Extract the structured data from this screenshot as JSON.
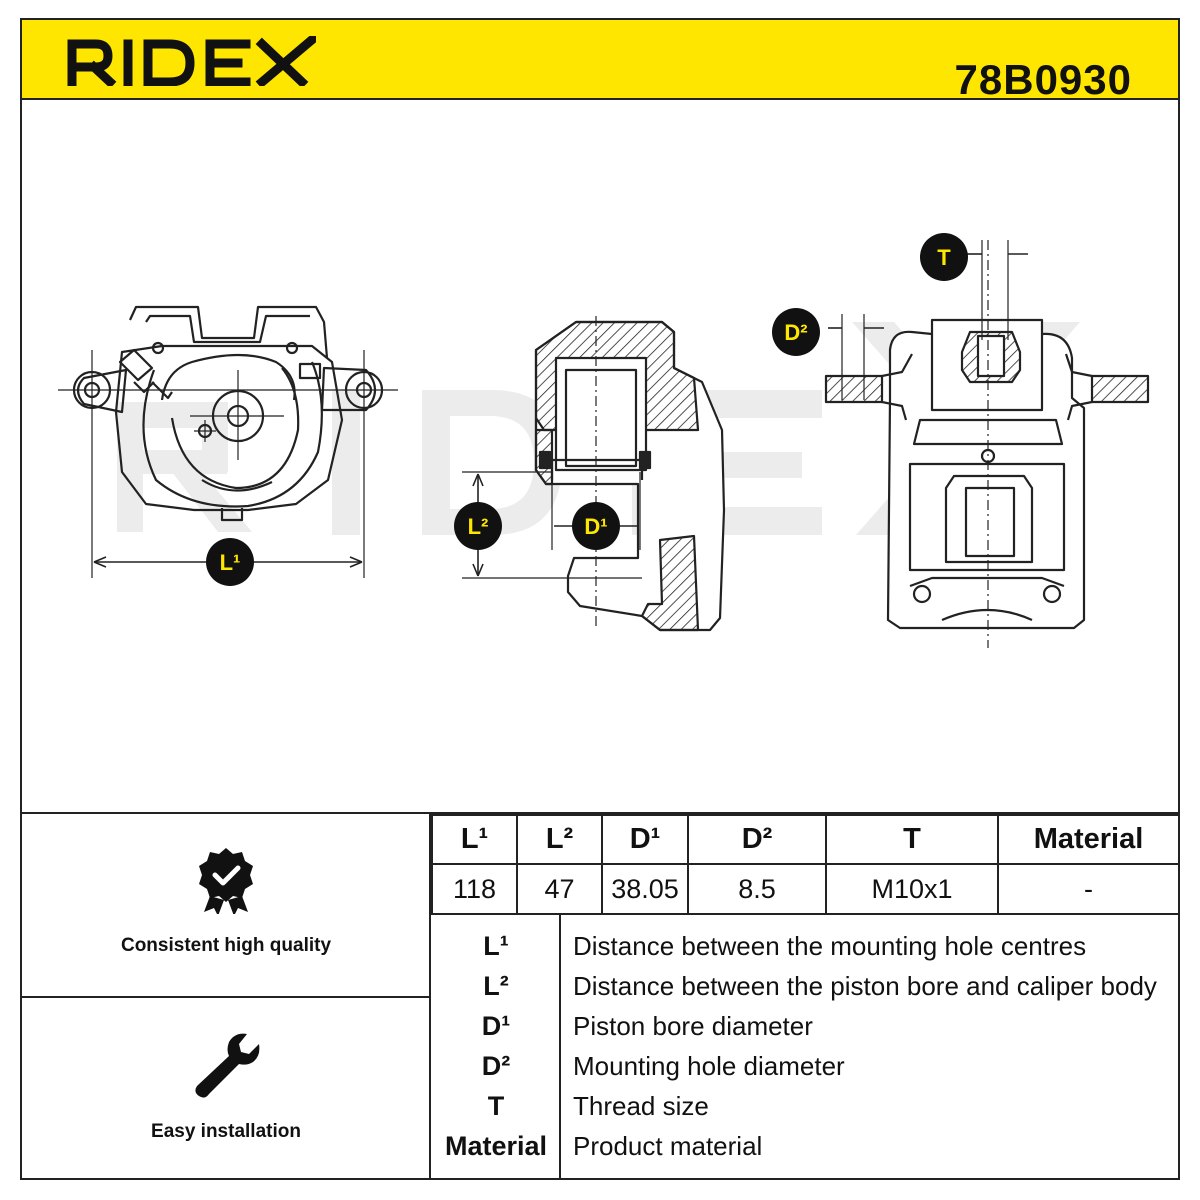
{
  "header": {
    "brand": "RIDEX",
    "part_number": "78B0930",
    "brand_color": "#ffe600"
  },
  "diagram": {
    "watermark": "RIDEX",
    "badges": {
      "l1": "L¹",
      "l2": "L²",
      "d1": "D¹",
      "d2": "D²",
      "t": "T"
    }
  },
  "features": [
    {
      "icon": "quality-badge-icon",
      "label": "Consistent high quality"
    },
    {
      "icon": "wrench-icon",
      "label": "Easy installation"
    }
  ],
  "specs": {
    "headers": [
      "L¹",
      "L²",
      "D¹",
      "D²",
      "T",
      "Material"
    ],
    "values": [
      "118",
      "47",
      "38.05",
      "8.5",
      "M10x1",
      "-"
    ]
  },
  "legend": [
    {
      "key": "L¹",
      "desc": "Distance between the mounting hole centres"
    },
    {
      "key": "L²",
      "desc": "Distance between the piston bore and caliper body"
    },
    {
      "key": "D¹",
      "desc": "Piston bore diameter"
    },
    {
      "key": "D²",
      "desc": "Mounting hole diameter"
    },
    {
      "key": "T",
      "desc": "Thread size"
    },
    {
      "key": "Material",
      "desc": "Product material"
    }
  ]
}
